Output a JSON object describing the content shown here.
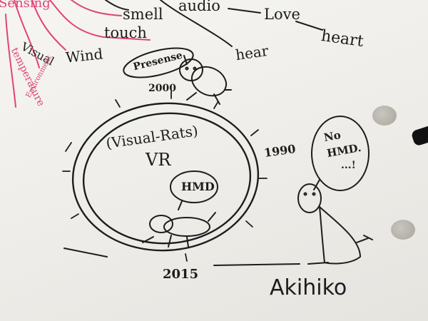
{
  "sketch": {
    "branch_words": {
      "sensing": "Sensing",
      "smell": "smell",
      "audio": "audio",
      "love": "Love",
      "heart": "heart",
      "touch": "touch",
      "hear": "hear",
      "wind": "Wind",
      "visual": "Visual",
      "environment": "Environment",
      "temperature": "temperature"
    },
    "bubbles": {
      "presence": "Presense",
      "hmd": "HMD",
      "no_hmd_line1": "No",
      "no_hmd_line2": "HMD.",
      "no_hmd_line3": "...!"
    },
    "ring_label_line1": "(Visual-Rats)",
    "ring_label_line2": "VR",
    "years": {
      "y2000": "2000",
      "y1990": "1990",
      "y2015": "2015"
    },
    "signature": "Akihiko"
  },
  "colors": {
    "ink": "#1d1d1d",
    "pink_marker": "#e0437a",
    "paper": "#f3f2ee"
  }
}
